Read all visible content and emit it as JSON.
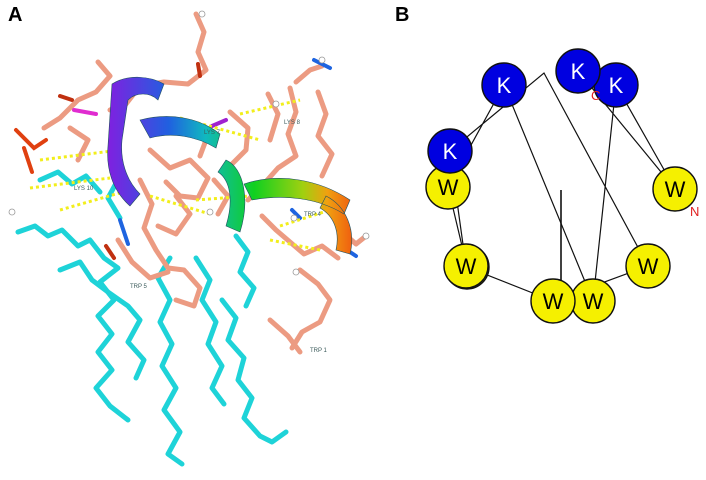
{
  "panels": {
    "a": {
      "label": "A"
    },
    "b": {
      "label": "B"
    }
  },
  "structure": {
    "residue_labels": [
      "LYS 7",
      "LYS 8",
      "LYS 10",
      "TRP 4",
      "TRP 5",
      "TRP 1"
    ]
  },
  "helical_wheel": {
    "residues": [
      "W",
      "W",
      "W",
      "W",
      "K",
      "W",
      "W",
      "K",
      "K",
      "K",
      "W"
    ],
    "termini": {
      "n": "N",
      "c": "C"
    },
    "colors": {
      "K": "#0000e0",
      "W": "#f5f000"
    },
    "letter_colors": {
      "K": "#ffffff",
      "W": "#000000"
    }
  },
  "colors": {
    "lipid": "#1ed3d8",
    "sidechain": "#ec9b82",
    "hbond": "#f2ee1c"
  }
}
